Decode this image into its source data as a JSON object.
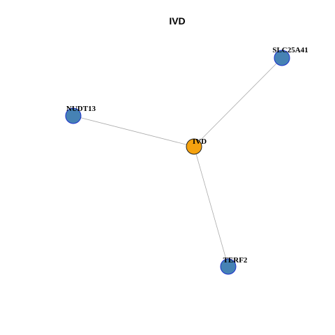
{
  "title": "IVD",
  "colors": {
    "center_fill": "#F5A20F",
    "center_stroke": "#222222",
    "neighbor_fill": "#4682B4",
    "neighbor_stroke": "#1A2FCC",
    "edge": "#AAAAAA"
  },
  "graph": {
    "nodes": [
      {
        "id": "IVD",
        "label": "IVD",
        "role": "center"
      },
      {
        "id": "SLC25A41",
        "label": "SLC25A41",
        "role": "neighbor"
      },
      {
        "id": "NUDT13",
        "label": "NUDT13",
        "role": "neighbor"
      },
      {
        "id": "TERF2",
        "label": "TERF2",
        "role": "neighbor"
      }
    ],
    "edges": [
      {
        "source": "IVD",
        "target": "SLC25A41"
      },
      {
        "source": "IVD",
        "target": "NUDT13"
      },
      {
        "source": "IVD",
        "target": "TERF2"
      }
    ]
  }
}
